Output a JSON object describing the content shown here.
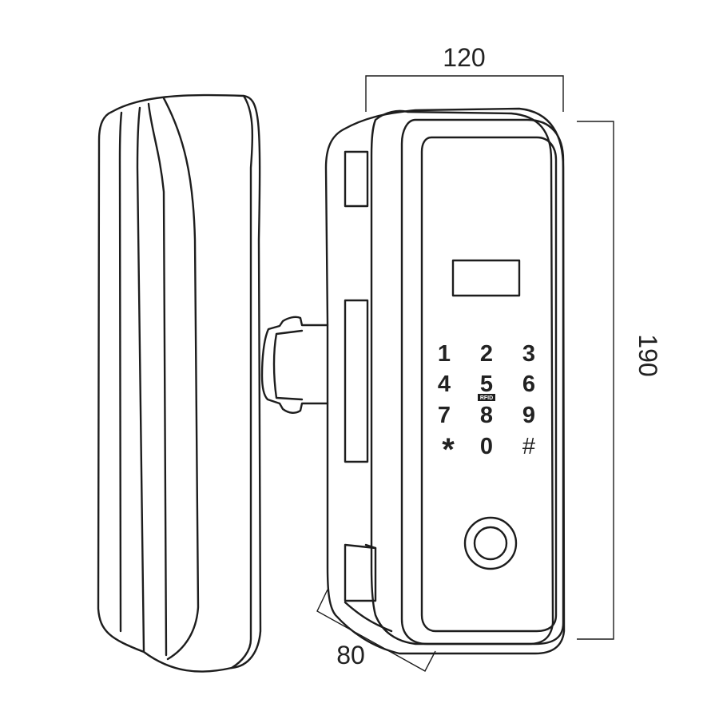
{
  "dimensions": {
    "width": "120",
    "height": "190",
    "depth": "80"
  },
  "keypad": {
    "keys": [
      "1",
      "2",
      "3",
      "4",
      "5",
      "6",
      "7",
      "8",
      "9",
      "*",
      "0",
      "#"
    ],
    "rfid_label": "RFID"
  },
  "icons": {
    "fingerprint_sensor": "fingerprint-sensor-icon",
    "display": "display-window"
  },
  "colors": {
    "line": "#1d1d1d",
    "background": "#ffffff"
  }
}
